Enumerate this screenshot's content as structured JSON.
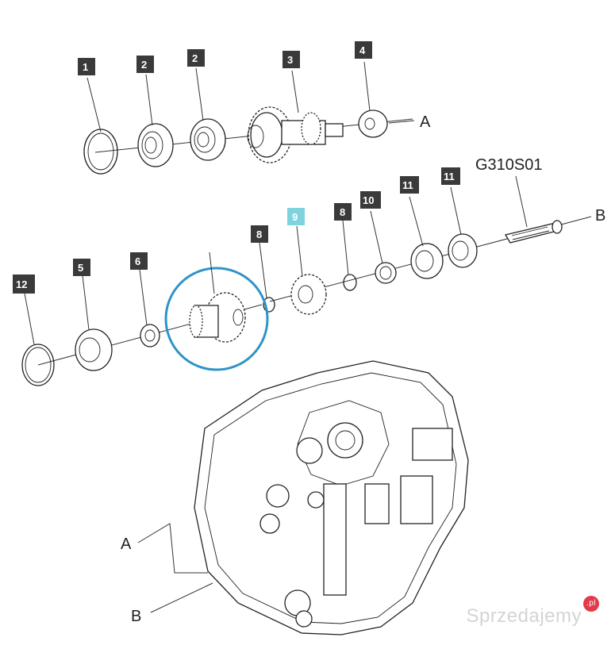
{
  "diagram": {
    "code": "G310S01",
    "reference_labels": {
      "a": "A",
      "b": "B"
    },
    "callouts": [
      "1",
      "2",
      "2",
      "3",
      "4",
      "11",
      "11",
      "10",
      "8",
      "9",
      "8",
      "12",
      "5",
      "6"
    ],
    "highlight_color": "#7fd3df",
    "circle_color": "#2e94c9"
  },
  "watermark": {
    "text": "Sprzedajemy",
    "badge": ".pl"
  }
}
